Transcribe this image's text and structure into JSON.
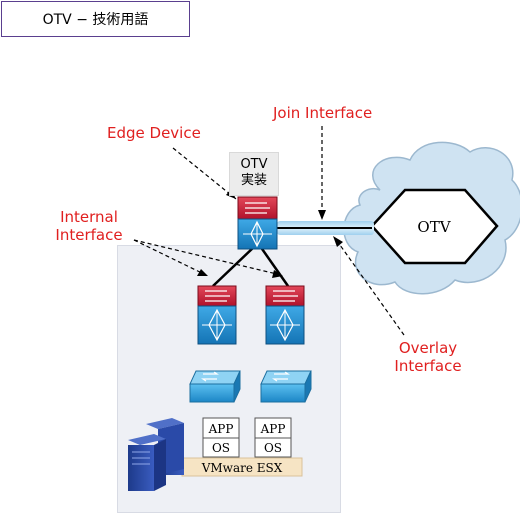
{
  "title": "OTV − 技術用語",
  "labels": {
    "edge_device": "Edge Device",
    "join_interface": "Join Interface",
    "internal_interface_line1": "Internal",
    "internal_interface_line2": "Interface",
    "overlay_interface_line1": "Overlay",
    "overlay_interface_line2": "Interface",
    "otv_impl_line1": "OTV",
    "otv_impl_line2": "実装",
    "cloud_label": "OTV",
    "app1": "APP",
    "os1": "OS",
    "app2": "APP",
    "os2": "OS",
    "vmware": "VMware ESX"
  },
  "colors": {
    "label_red": "#e02020",
    "device_blue": "#1a86c8",
    "device_red": "#c8102e",
    "cloud": "#cfe3f2",
    "title_border": "#5a3f8f"
  }
}
